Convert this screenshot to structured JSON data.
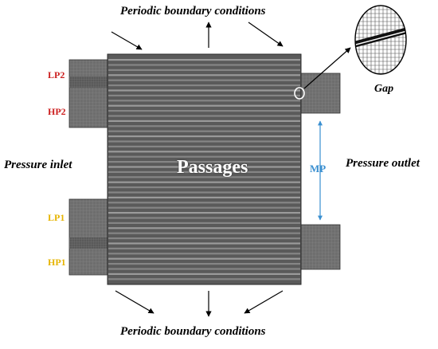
{
  "labels": {
    "top": "Periodic boundary conditions",
    "bottom": "Periodic boundary conditions",
    "inlet": "Pressure inlet",
    "outlet": "Pressure outlet",
    "passages": "Passages",
    "gap": "Gap",
    "mp": "MP"
  },
  "ports": {
    "lp2": "LP2",
    "hp2": "HP2",
    "lp1": "LP1",
    "hp1": "HP1"
  },
  "colors": {
    "port_top": "#cc1f1f",
    "port_bottom": "#e6b400",
    "mp": "#3a8fd0",
    "mesh": "#4a4a4a"
  }
}
